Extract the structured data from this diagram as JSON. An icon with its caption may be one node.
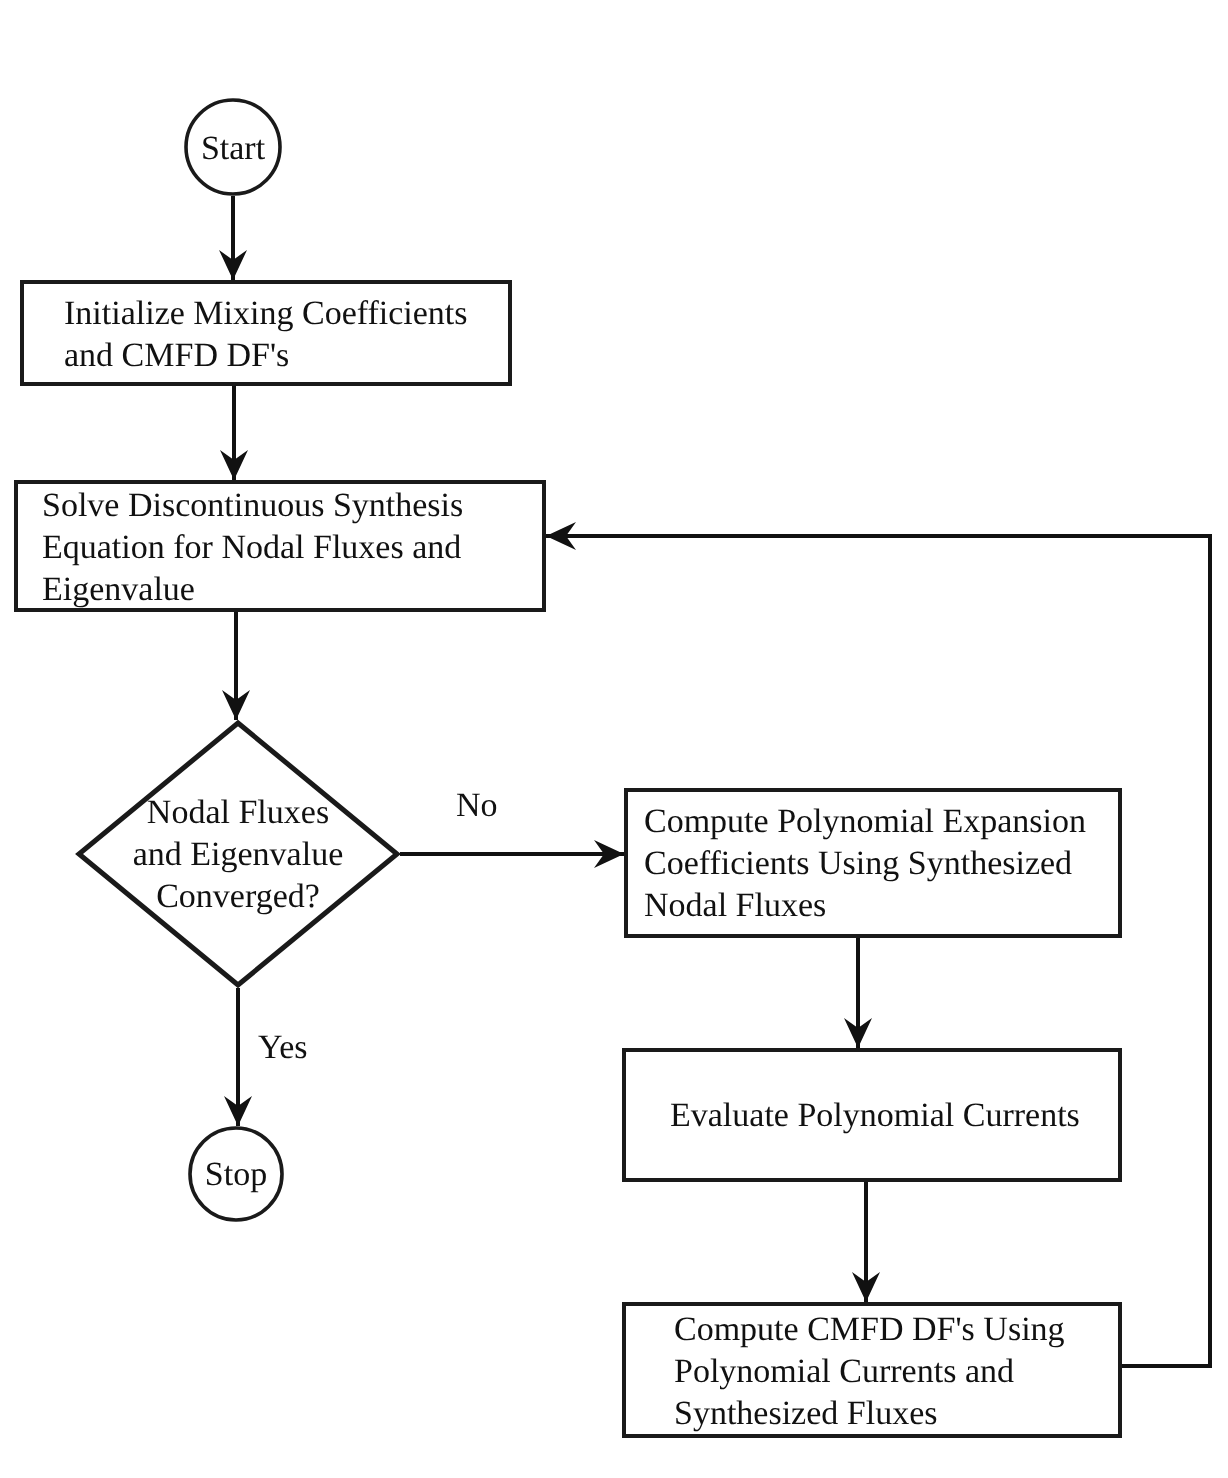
{
  "diagram": {
    "nodes": [
      {
        "text": [
          "Start"
        ]
      },
      {
        "text": [
          "Initialize Mixing Coefficients and CMFD DF's"
        ]
      },
      {
        "text": [
          "Solve Discontinuous Synthesis Equation for Nodal Fluxes and Eigenvalue"
        ]
      },
      {
        "text": [
          "Nodal Fluxes and Eigenvalue Converged?"
        ]
      },
      {
        "text": [
          "Compute Polynomial Expansion Coefficients Using Synthesized Nodal Fluxes"
        ]
      },
      {
        "text": [
          "Evaluate Polynomial Currents"
        ]
      },
      {
        "text": [
          "Stop"
        ]
      },
      {
        "text": [
          "Compute CMFD DF's Using Polynomial Currents and Synthesized Fluxes"
        ]
      }
    ],
    "edges": [
      {
        "from": 0,
        "to": 1,
        "arrow": "to"
      },
      {
        "from": 1,
        "to": 2,
        "arrow": "to"
      },
      {
        "from": 2,
        "to": 3,
        "arrow": "to"
      },
      {
        "from": 3,
        "to": 4,
        "arrow": "to",
        "label": "No"
      },
      {
        "from": 3,
        "to": 6,
        "arrow": "to",
        "label": "Yes"
      },
      {
        "from": 4,
        "to": 5,
        "arrow": "to"
      },
      {
        "from": 5,
        "to": 7,
        "arrow": "to"
      },
      {
        "from": 7,
        "to": 2,
        "arrow": "to"
      }
    ]
  }
}
